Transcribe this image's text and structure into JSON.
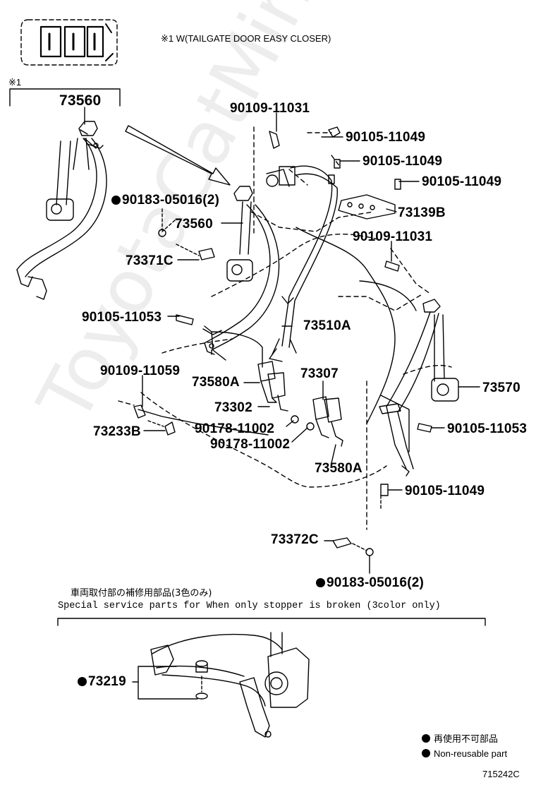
{
  "header": {
    "note": "※1 W(TAILGATE DOOR EASY CLOSER)",
    "inset_marker": "※1"
  },
  "labels": {
    "p73560_top": "73560",
    "p90109_11031_a": "90109-11031",
    "p90105_11049_a": "90105-11049",
    "p90105_11049_b": "90105-11049",
    "p90105_11049_c": "90105-11049",
    "p90183_05016_a": "90183-05016(2)",
    "p73139B": "73139B",
    "p73560_mid": "73560",
    "p90109_11031_b": "90109-11031",
    "p73371C": "73371C",
    "p90105_11053_a": "90105-11053",
    "p73510A": "73510A",
    "p90109_11059": "90109-11059",
    "p73307": "73307",
    "p73580A_a": "73580A",
    "p73570": "73570",
    "p73302": "73302",
    "p90178_11002_a": "90178-11002",
    "p90105_11053_b": "90105-11053",
    "p73233B": "73233B",
    "p90178_11002_b": "90178-11002",
    "p73580A_b": "73580A",
    "p90105_11049_d": "90105-11049",
    "p73372C": "73372C",
    "p90183_05016_b": "90183-05016(2)",
    "p73219": "73219"
  },
  "service_note": {
    "jp": "車両取付部の補修用部品(3色のみ)",
    "en": "Special  service  parts  for  When  only  stopper  is  broken  (3color  only)"
  },
  "legend": {
    "jp": "再使用不可部品",
    "en": "Non-reusable part"
  },
  "diagram_id": "715242C",
  "watermark": "ToyotaCatMine.ru"
}
